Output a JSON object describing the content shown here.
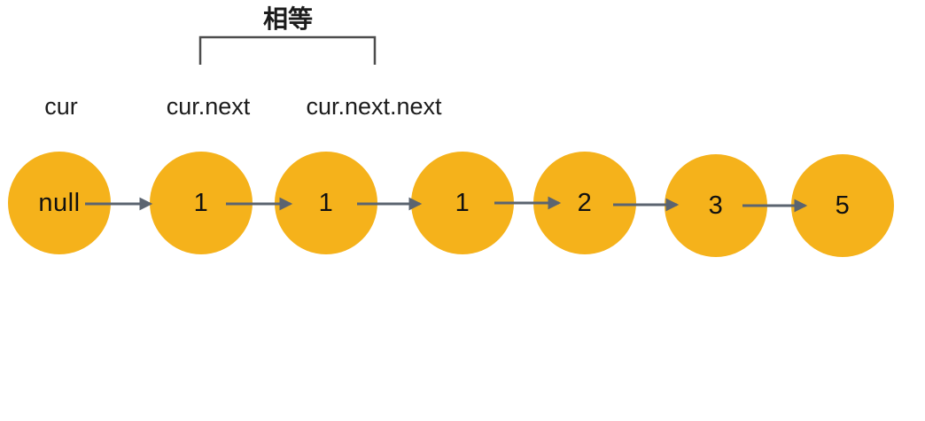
{
  "colors": {
    "bg": "#ffffff",
    "node_fill": "#F5B21B",
    "arrow": "#5B6470",
    "bracket": "#4D4D4D",
    "label_text": "#1C1C1C"
  },
  "annotation": {
    "equal_label": "相等"
  },
  "pointer_labels": [
    {
      "text": "cur"
    },
    {
      "text": "cur.next"
    },
    {
      "text": "cur.next.next"
    }
  ],
  "nodes": [
    {
      "value": "null"
    },
    {
      "value": "1"
    },
    {
      "value": "1"
    },
    {
      "value": "1"
    },
    {
      "value": "2"
    },
    {
      "value": "3"
    },
    {
      "value": "5"
    }
  ]
}
